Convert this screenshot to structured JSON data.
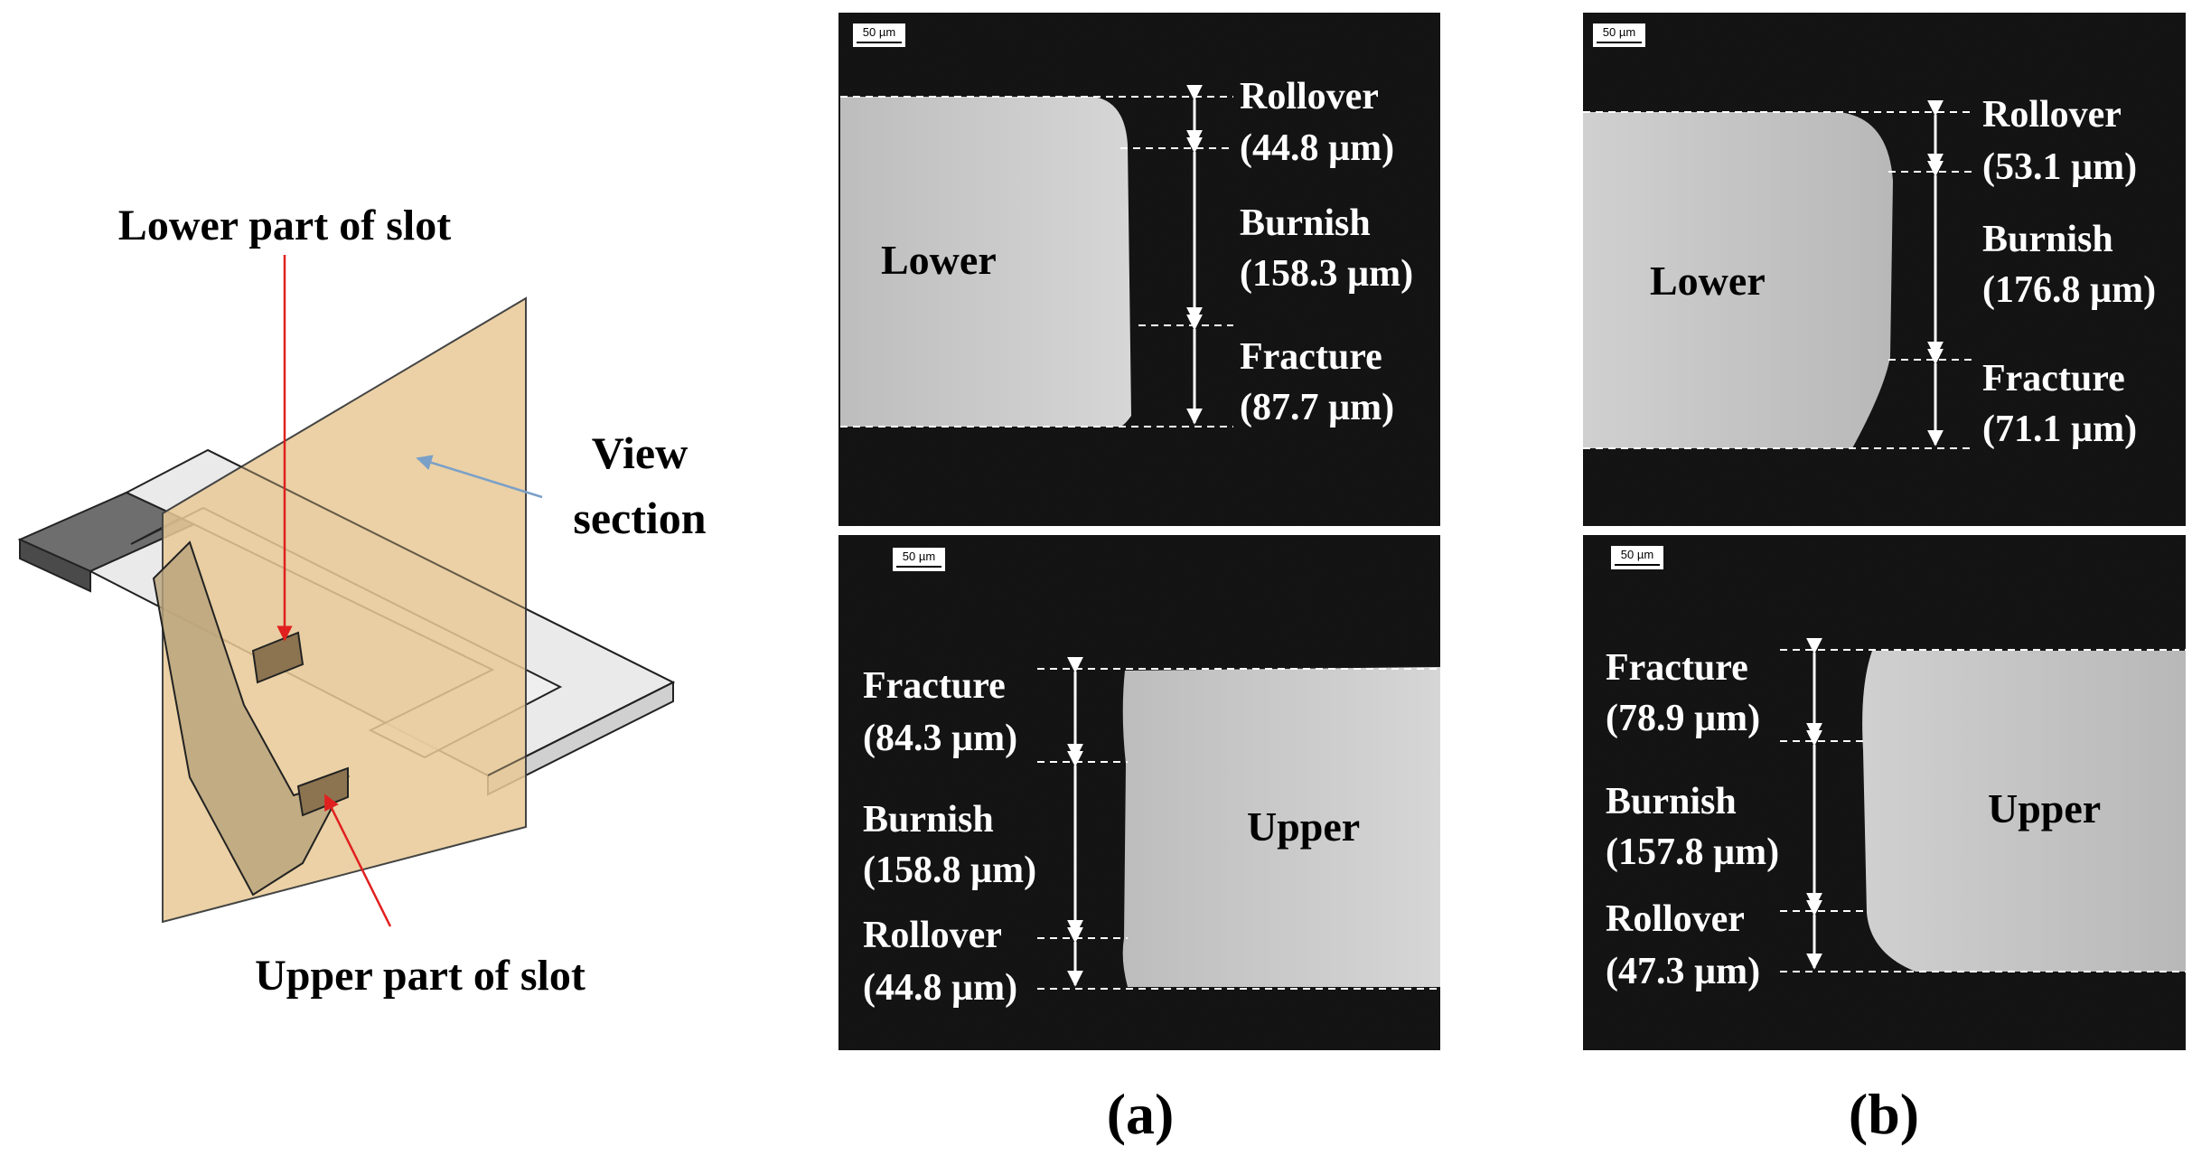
{
  "schematic": {
    "lower_label": "Lower part of slot",
    "upper_label": "Upper part of slot",
    "view_line1": "View",
    "view_line2": "section"
  },
  "panels": {
    "a_lower": {
      "scale": "50 µm",
      "tag": "Lower",
      "z1": {
        "name": "Rollover",
        "value": "(44.8 µm)"
      },
      "z2": {
        "name": "Burnish",
        "value": "(158.3 µm)"
      },
      "z3": {
        "name": "Fracture",
        "value": "(87.7 µm)"
      }
    },
    "b_lower": {
      "scale": "50 µm",
      "tag": "Lower",
      "z1": {
        "name": "Rollover",
        "value": "(53.1 µm)"
      },
      "z2": {
        "name": "Burnish",
        "value": "(176.8 µm)"
      },
      "z3": {
        "name": "Fracture",
        "value": "(71.1 µm)"
      }
    },
    "a_upper": {
      "scale": "50 µm",
      "tag": "Upper",
      "z1": {
        "name": "Fracture",
        "value": "(84.3 µm)"
      },
      "z2": {
        "name": "Burnish",
        "value": "(158.8 µm)"
      },
      "z3": {
        "name": "Rollover",
        "value": "(44.8 µm)"
      }
    },
    "b_upper": {
      "scale": "50 µm",
      "tag": "Upper",
      "z1": {
        "name": "Fracture",
        "value": "(78.9 µm)"
      },
      "z2": {
        "name": "Burnish",
        "value": "(157.8 µm)"
      },
      "z3": {
        "name": "Rollover",
        "value": "(47.3 µm)"
      }
    }
  },
  "captions": {
    "a": "(a)",
    "b": "(b)"
  },
  "colors": {
    "section_plane": "#e8c995",
    "arrow_red": "#e0201f",
    "arrow_blue": "#7aa0c8",
    "micrograph_bg": "#161616",
    "metal": "#c9c9c9"
  }
}
